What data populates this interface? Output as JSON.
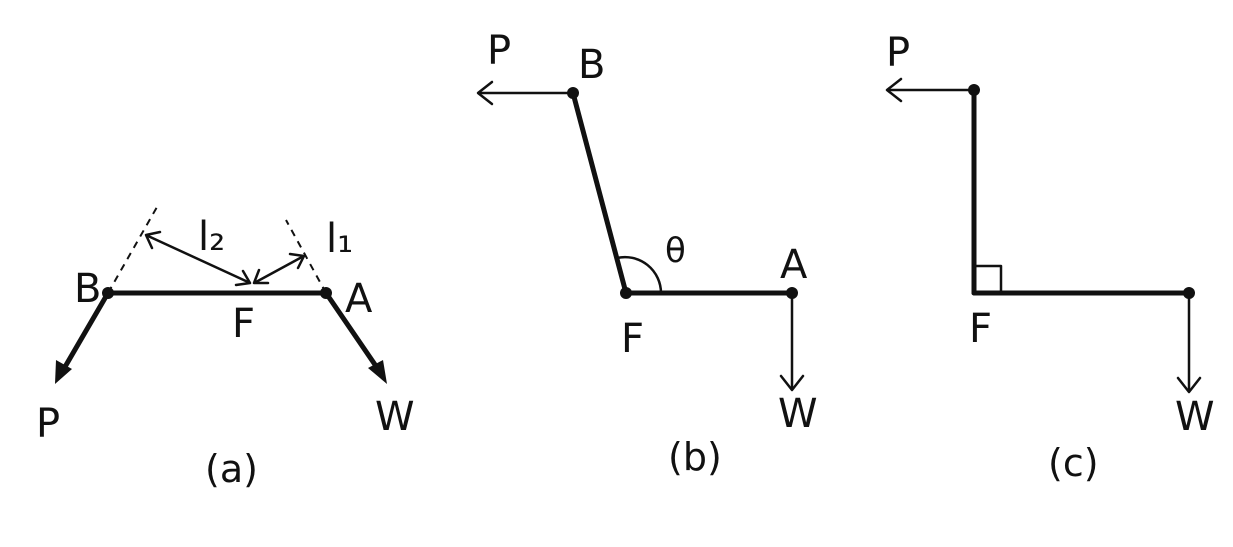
{
  "panel_a": {
    "caption": "(a)",
    "label_B": "B",
    "label_F": "F",
    "label_A": "A",
    "label_P": "P",
    "label_W": "W",
    "label_l2": "l₂",
    "label_l1": "l₁"
  },
  "panel_b": {
    "caption": "(b)",
    "label_P": "P",
    "label_B": "B",
    "label_theta": "θ",
    "label_A": "A",
    "label_F": "F",
    "label_W": "W"
  },
  "panel_c": {
    "caption": "(c)",
    "label_P": "P",
    "label_F": "F",
    "label_W": "W"
  }
}
